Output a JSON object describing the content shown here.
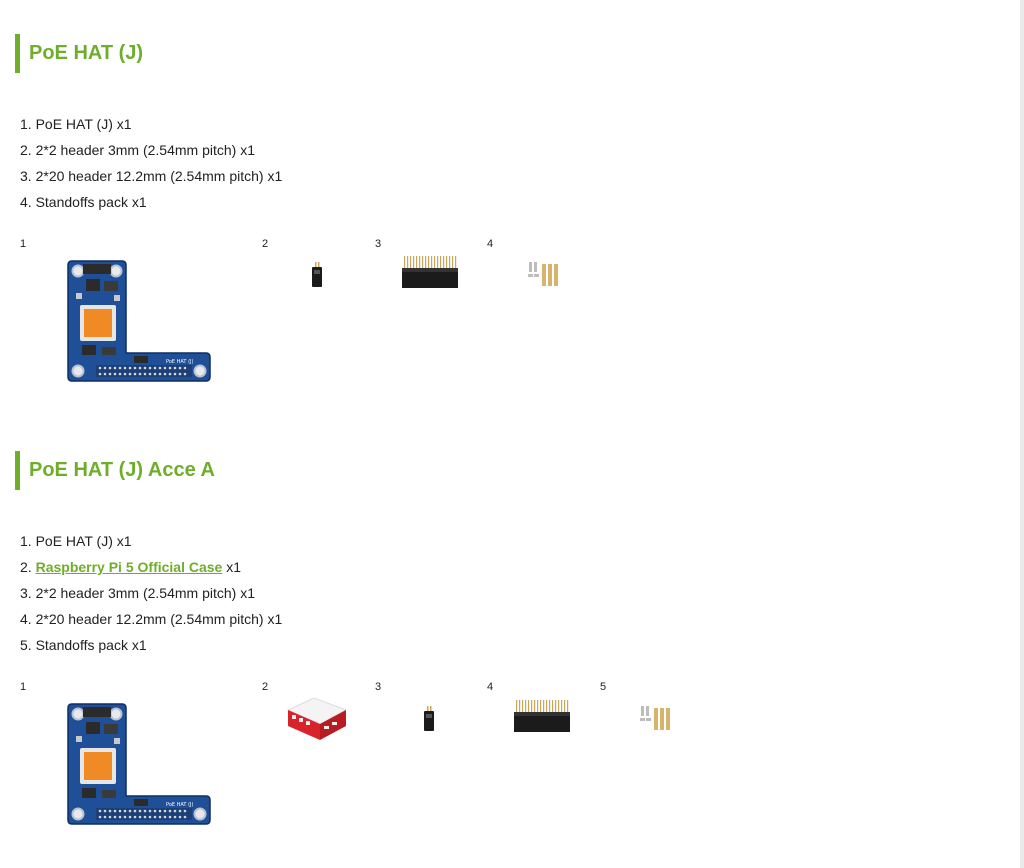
{
  "section1": {
    "title": "PoE HAT (J)",
    "items": [
      {
        "number": "1.",
        "text": "PoE HAT (J) x1"
      },
      {
        "number": "2.",
        "text": "2*2 header 3mm (2.54mm pitch) x1"
      },
      {
        "number": "3.",
        "text": "2*20 header 12.2mm (2.54mm pitch) x1"
      },
      {
        "number": "4.",
        "text": "Standoffs pack x1"
      }
    ],
    "figure_labels": [
      "1",
      "2",
      "3",
      "4"
    ],
    "board_silkscreen": "PoE HAT (J)"
  },
  "section2": {
    "title": "PoE HAT (J) Acce A",
    "items": [
      {
        "number": "1.",
        "text": "PoE HAT (J) x1"
      },
      {
        "number": "2.",
        "link": "Raspberry Pi 5 Official Case",
        "suffix": " x1"
      },
      {
        "number": "3.",
        "text": "2*2 header 3mm (2.54mm pitch) x1"
      },
      {
        "number": "4.",
        "text": "2*20 header 12.2mm (2.54mm pitch) x1"
      },
      {
        "number": "5.",
        "text": "Standoffs pack x1"
      }
    ],
    "figure_labels": [
      "1",
      "2",
      "3",
      "4",
      "5"
    ],
    "board_silkscreen": "PoE HAT (J)"
  },
  "colors": {
    "accent": "#6fae2b",
    "pcb": "#1f4f96",
    "transformer": "#f08a24",
    "case_red": "#d8232a",
    "case_white": "#f2f2f2",
    "header_black": "#1b1b1b",
    "brass": "#d6b46b"
  }
}
